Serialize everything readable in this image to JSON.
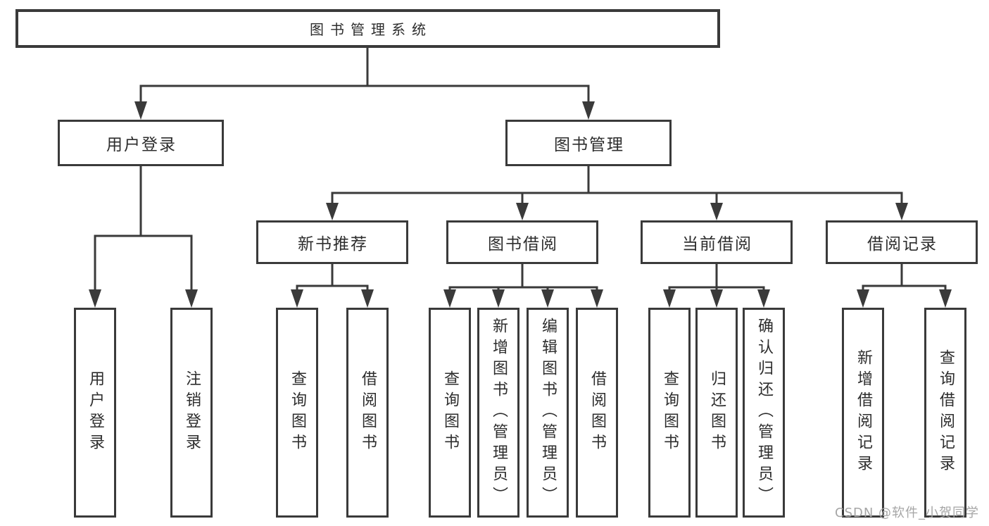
{
  "diagram_title": "图书管理系统",
  "colors": {
    "line": "#3a3a3a",
    "text": "#2d2d2d",
    "box_background": "#ffffff",
    "watermark_text": "#a6a6a6"
  },
  "watermark": {
    "text": "CSDN @软件_小贺同学"
  },
  "nodes": {
    "root": {
      "label": "图书管理系统"
    },
    "user_login": {
      "label": "用户登录"
    },
    "book_management": {
      "label": "图书管理"
    },
    "new_book_recommend": {
      "label": "新书推荐"
    },
    "book_borrowing": {
      "label": "图书借阅"
    },
    "current_borrowing": {
      "label": "当前借阅"
    },
    "borrowing_records": {
      "label": "借阅记录"
    },
    "leaf_user_login": {
      "label": "用户登录"
    },
    "leaf_logout": {
      "label": "注销登录"
    },
    "leaf_query_books_recommend": {
      "label": "查询图书"
    },
    "leaf_borrow_books_recommend": {
      "label": "借阅图书"
    },
    "leaf_query_books_borrowing": {
      "label": "查询图书"
    },
    "leaf_add_books_admin": {
      "label": "新增图书（管理员）"
    },
    "leaf_edit_books_admin": {
      "label": "编辑图书（管理员）"
    },
    "leaf_borrow_books_borrowing": {
      "label": "借阅图书"
    },
    "leaf_query_books_current": {
      "label": "查询图书"
    },
    "leaf_return_books": {
      "label": "归还图书"
    },
    "leaf_confirm_return_admin": {
      "label": "确认归还（管理员）"
    },
    "leaf_add_borrow_record": {
      "label": "新增借阅记录"
    },
    "leaf_query_borrow_record": {
      "label": "查询借阅记录"
    }
  }
}
